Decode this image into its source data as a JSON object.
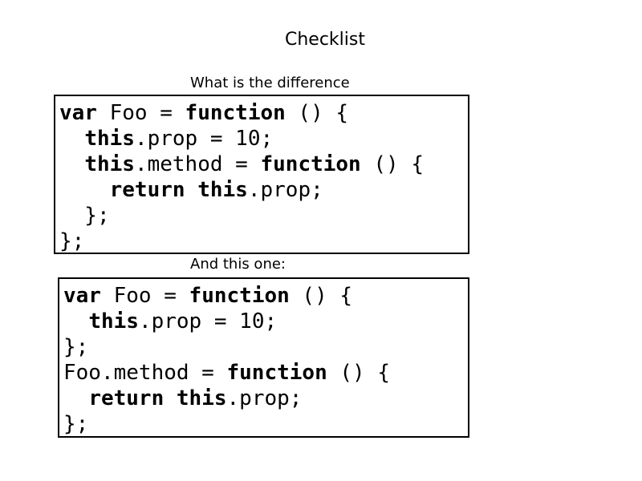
{
  "title": "Checklist",
  "captions": {
    "first": "What is the difference",
    "second": "And this one:"
  },
  "snippet1": {
    "line1": {
      "kw1": "var",
      "t1": " Foo = ",
      "kw2": "function",
      "t2": " () {"
    },
    "line2": {
      "indent": "  ",
      "kw1": "this",
      "t1": ".prop = 10;"
    },
    "line3": {
      "indent": "  ",
      "kw1": "this",
      "t1": ".method = ",
      "kw2": "function",
      "t2": " () {"
    },
    "line4": {
      "indent": "    ",
      "kw1": "return",
      "t1": " ",
      "kw2": "this",
      "t2": ".prop;"
    },
    "line5": {
      "text": "  };"
    },
    "line6": {
      "text": "};"
    }
  },
  "snippet2": {
    "line1": {
      "kw1": "var",
      "t1": " Foo = ",
      "kw2": "function",
      "t2": " () {"
    },
    "line2": {
      "indent": "  ",
      "kw1": "this",
      "t1": ".prop = 10;"
    },
    "line3": {
      "text": "};"
    },
    "line4": {
      "t1": "Foo.method = ",
      "kw1": "function",
      "t2": " () {"
    },
    "line5": {
      "indent": "  ",
      "kw1": "return",
      "t1": " ",
      "kw2": "this",
      "t2": ".prop;"
    },
    "line6": {
      "text": "};"
    }
  }
}
